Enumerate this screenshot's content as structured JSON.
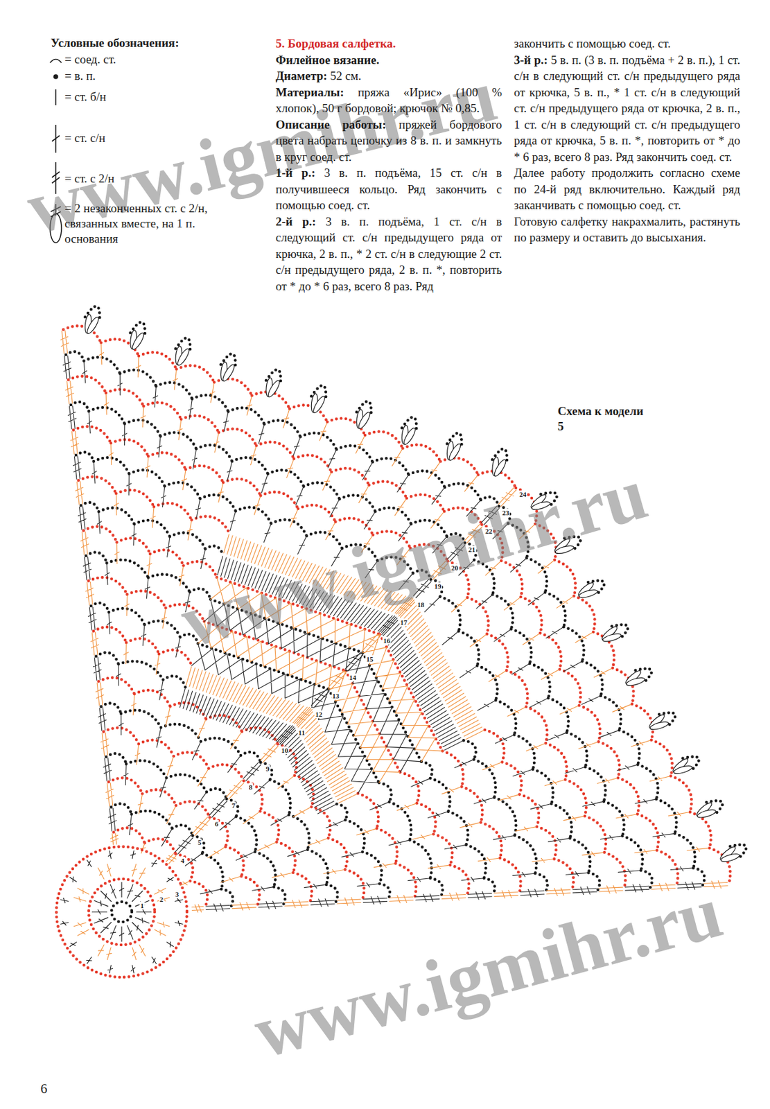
{
  "diagram": {
    "title": "5. Бордовая салфетка.",
    "labels": [
      "Условные обозначения:",
      "Филейное вязание.",
      "Диаметр: 52 см.",
      "Материалы: пряжа «Ирис» (100 % хлопок), 50 г бордовой; крючок № 0,85.",
      "Описание работы: пряжей бордового цвета набрать цепочку из 8 в. п. и замкнуть в круг соед. ст.",
      "1-й р.: 3 в. п. подъёма, 15 ст. с/н в получившееся кольцо. Ряд закончить с помощью соед. ст.",
      "2-й р.: 3 в. п. подъёма, 1 ст. с/н в следующий ст. с/н предыдущего ряда от крючка, 2 в. п., * 2 ст. с/н в следующие 2 ст. с/н предыдущего ряда, 2 в. п. *, повторить от * до * 6 раз, всего 8 раз. Ряд",
      "закончить с помощью соед. ст.",
      "3-й р.: 5 в. п. (3 в. п. подъёма + 2 в. п.), 1 ст. с/н в следующий ст. с/н предыдущего ряда от крючка, 5 в. п., * 1 ст. с/н в следующий ст. с/н предыдущего ряда от крючка, 2 в. п., 1 ст. с/н в следующий ст. с/н предыдущего ряда от крючка, 5 в. п. *, повторить от * до * 6 раз, всего 8 раз. Ряд закончить соед. ст.",
      "Далее работу продолжить согласно схеме по 24-й ряд включительно. Каждый ряд заканчивать с помощью соед. ст.",
      "Готовую салфетку накрахмалить, растянуть по размеру и оставить до высыхания.",
      "Схема к модели 5",
      "1",
      "2",
      "3",
      "4",
      "5",
      "6",
      "7",
      "8",
      "9",
      "10",
      "11",
      "12",
      "13",
      "14",
      "15",
      "16",
      "17",
      "18",
      "19",
      "20",
      "21",
      "22",
      "23",
      "24",
      "6",
      "www.igmihr.ru",
      "www.igmihr.ru",
      "www.igmihr.ru"
    ],
    "legend": [
      {
        "text": "= соед. ст."
      },
      {
        "text": "= в. п."
      },
      {
        "text": "= ст. б/н"
      },
      {
        "text": "= ст. с/н"
      },
      {
        "text": "= ст. с 2/н"
      },
      {
        "text": "= 2 незаконченных ст. с 2/н, связанных вместе, на 1 п. основания"
      }
    ]
  }
}
